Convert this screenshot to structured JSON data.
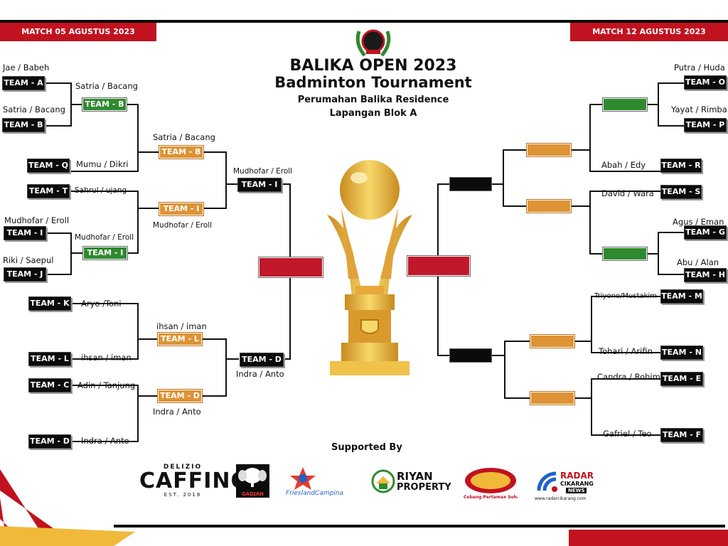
{
  "header": {
    "left_ribbon": "MATCH 05 AGUSTUS 2023",
    "right_ribbon": "MATCH 12 AGUSTUS 2023",
    "title": "BALIKA OPEN 2023",
    "subtitle": "Badminton Tournament",
    "venue_line1": "Perumahan Balika Residence",
    "venue_line2": "Lapangan Blok A"
  },
  "left": {
    "r1": [
      {
        "team": "TEAM - A",
        "players": "Jae / Babeh"
      },
      {
        "team": "TEAM - B",
        "players": "Satria / Bacang"
      },
      {
        "team": "TEAM - Q",
        "players": "Mumu / Dikri"
      },
      {
        "team": "TEAM - T",
        "players": "Sahrul / ujang"
      },
      {
        "team": "TEAM - I",
        "players": "Mudhofar / Eroll"
      },
      {
        "team": "TEAM - J",
        "players": "Riki / Saepul"
      },
      {
        "team": "TEAM - K",
        "players": "Aryo /Toni"
      },
      {
        "team": "TEAM - L",
        "players": "ihsan / iman"
      },
      {
        "team": "TEAM - C",
        "players": "Adin / Tanjung"
      },
      {
        "team": "TEAM - D",
        "players": "Indra / Anto"
      }
    ],
    "r2": [
      {
        "team": "TEAM - B",
        "players": "Satria / Bacang"
      },
      {
        "team": "TEAM - I",
        "players": "Mudhofar / Eroll"
      }
    ],
    "qf": [
      {
        "team": "TEAM - B",
        "players": "Satria / Bacang"
      },
      {
        "team": "TEAM - I",
        "players": "Mudhofar / Eroll"
      },
      {
        "team": "TEAM - L",
        "players": "ihsan / iman"
      },
      {
        "team": "TEAM - D",
        "players": "Indra / Anto"
      }
    ],
    "sf": [
      {
        "team": "TEAM - I",
        "players": "Mudhofar / Eroll"
      },
      {
        "team": "TEAM - D",
        "players": "Indra / Anto"
      }
    ]
  },
  "right": {
    "r1": [
      {
        "team": "TEAM  - O",
        "players": "Putra / Huda"
      },
      {
        "team": "TEAM - P",
        "players": "Yayat / Rimba"
      },
      {
        "team": "TEAM - R",
        "players": "Abah / Edy"
      },
      {
        "team": "TEAM - S",
        "players": "David / Wara"
      },
      {
        "team": "TEAM - G",
        "players": "Agus / Eman"
      },
      {
        "team": "TEAM - H",
        "players": "Abu / Alan"
      },
      {
        "team": "TEAM - M",
        "players": "Triyono/Mustakim"
      },
      {
        "team": "TEAM - N",
        "players": "Tohari / Arifin"
      },
      {
        "team": "TEAM - E",
        "players": "Candra / Rohim"
      },
      {
        "team": "TEAM - F",
        "players": "Gafriel / Teo"
      }
    ]
  },
  "sponsors": {
    "label": "Supported By",
    "caffino_top": "DELIZIO",
    "caffino_main": "CAFFINO",
    "caffino_est": "EST. 2018",
    "gadjah": "GADJAH",
    "frisian": "FrieslandCampina",
    "riyan1": "RIYAN",
    "riyan2": "PROPERTY",
    "cebang": "Cebang Pertamax Sohag",
    "radar1": "RADAR",
    "radar2": "CIKARANG",
    "radar3": "NEWS",
    "radar_url": "www.radarcikarang.com"
  },
  "colors": {
    "red": "#c1121f",
    "green": "#2f8a2f",
    "orange": "#de9335",
    "black": "#0b0b0b",
    "gold": "#f0b93a"
  }
}
